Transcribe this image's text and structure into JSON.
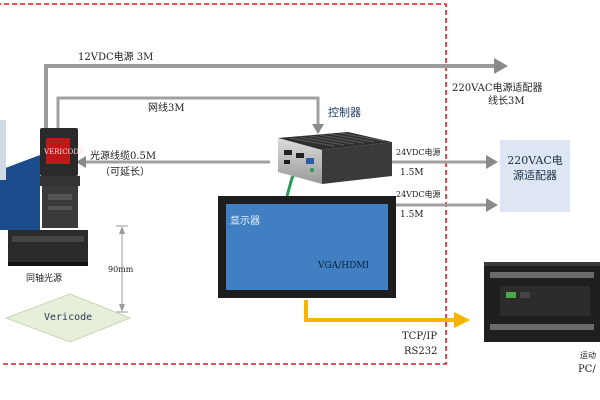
{
  "colors": {
    "frame_border": "#e01c1c",
    "arrow_gray": "#8a8a8a",
    "arrow_orange": "#f4b400",
    "monitor_screen": "#3f7fc2",
    "monitor_bezel": "#1d1d1d",
    "adapter_box": "#dde6f2",
    "vericode_diamond": "#e5efd9",
    "camera_red": "#c01818"
  },
  "labels": {
    "power_12vdc": "12VDC电源 3M",
    "network_cable": "网线3M",
    "controller": "控制器",
    "light_cable": "光源线缆0.5M",
    "light_cable_note": "（可延长）",
    "power_24vdc_1": "24VDC电源",
    "length_1": "1.5M",
    "power_24vdc_2": "24VDC电源",
    "length_2": "1.5M",
    "adapter_top": "220VAC电源适配器",
    "adapter_top_length": "线长3M",
    "adapter_box": "220VAC电源适配器",
    "monitor": "显示器",
    "monitor_interface": "VGA/HDMI",
    "coaxial_light": "同轴光源",
    "distance": "90mm",
    "vericode": "Vericode",
    "tcpip": "TCP/IP",
    "rs232": "RS232",
    "plc_note_1": "运动",
    "plc_note_2": "PC/",
    "camera_badge": "VERICODE"
  },
  "icons": {
    "controller": "industrial-pc-icon",
    "plc": "plc-module-icon",
    "camera": "camera-icon"
  }
}
